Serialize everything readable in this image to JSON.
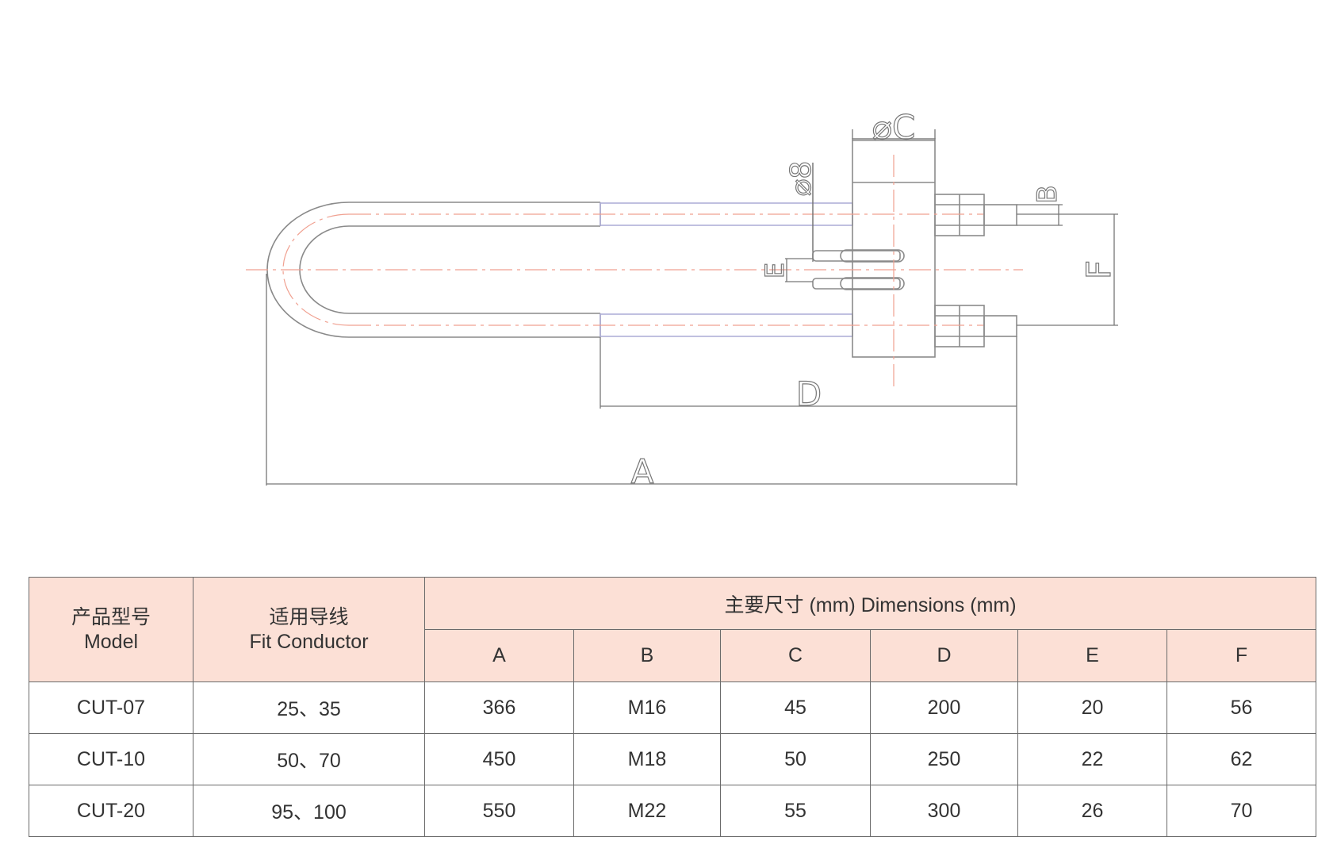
{
  "drawing": {
    "labels": {
      "a": "A",
      "b": "B",
      "c": "⌀C",
      "d": "D",
      "e": "E",
      "f": "F",
      "phi8": "⌀8"
    },
    "colors": {
      "outline": "#8a8a8a",
      "centerline": "#f0a090",
      "thread": "#8888cc"
    }
  },
  "table": {
    "header": {
      "model_cn": "产品型号",
      "model_en": "Model",
      "conductor_cn": "适用导线",
      "conductor_en": "Fit Conductor",
      "dimensions": "主要尺寸 (mm)  Dimensions (mm)",
      "columns": [
        "A",
        "B",
        "C",
        "D",
        "E",
        "F"
      ]
    },
    "rows": [
      {
        "model": "CUT-07",
        "conductor": "25、35",
        "a": "366",
        "b": "M16",
        "c": "45",
        "d": "200",
        "e": "20",
        "f": "56"
      },
      {
        "model": "CUT-10",
        "conductor": "50、70",
        "a": "450",
        "b": "M18",
        "c": "50",
        "d": "250",
        "e": "22",
        "f": "62"
      },
      {
        "model": "CUT-20",
        "conductor": "95、100",
        "a": "550",
        "b": "M22",
        "c": "55",
        "d": "300",
        "e": "26",
        "f": "70"
      }
    ],
    "colors": {
      "header_bg": "#fce0d6",
      "border": "#6a6a6a"
    }
  }
}
